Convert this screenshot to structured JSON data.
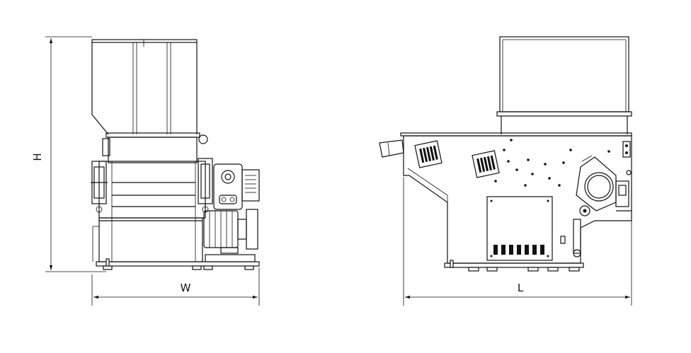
{
  "dimensions": {
    "height_label": "H",
    "width_label": "W",
    "length_label": "L"
  },
  "views": [
    "front-view",
    "side-view"
  ],
  "colors": {
    "line": "#111111",
    "background": "#ffffff"
  }
}
